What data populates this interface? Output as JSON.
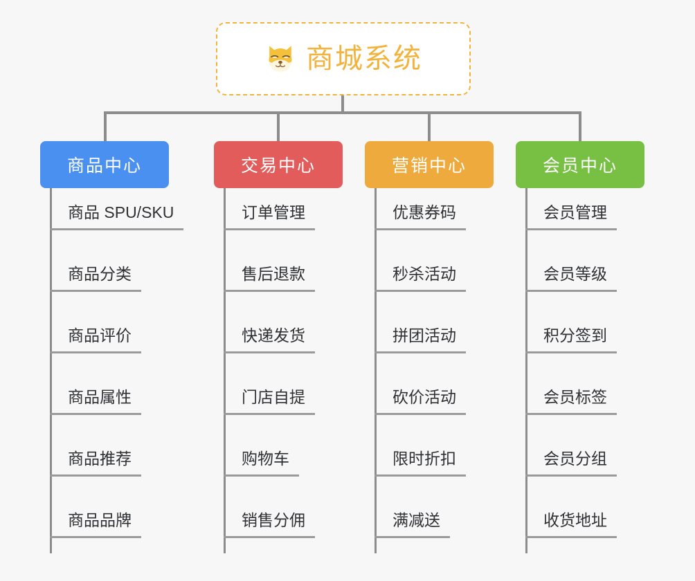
{
  "canvas": {
    "background": "#f7f7f7",
    "connector_color": "#8c8c8c",
    "leaf_text_color": "#2f3033",
    "leaf_rule_color": "#9a9a9a"
  },
  "root": {
    "title": "商城系统",
    "icon": "shiba-dog-face-icon",
    "border_color": "#f2b33d",
    "text_color": "#f2b33d",
    "background": "#ffffff"
  },
  "branches": [
    {
      "label": "商品中心",
      "color": "#4a90f0",
      "items": [
        "商品 SPU/SKU",
        "商品分类",
        "商品评价",
        "商品属性",
        "商品推荐",
        "商品品牌"
      ]
    },
    {
      "label": "交易中心",
      "color": "#e25c5c",
      "items": [
        "订单管理",
        "售后退款",
        "快递发货",
        "门店自提",
        "购物车",
        "销售分佣"
      ]
    },
    {
      "label": "营销中心",
      "color": "#eeaa3c",
      "items": [
        "优惠券码",
        "秒杀活动",
        "拼团活动",
        "砍价活动",
        "限时折扣",
        "满减送"
      ]
    },
    {
      "label": "会员中心",
      "color": "#77c043",
      "items": [
        "会员管理",
        "会员等级",
        "积分签到",
        "会员标签",
        "会员分组",
        "收货地址"
      ]
    }
  ]
}
